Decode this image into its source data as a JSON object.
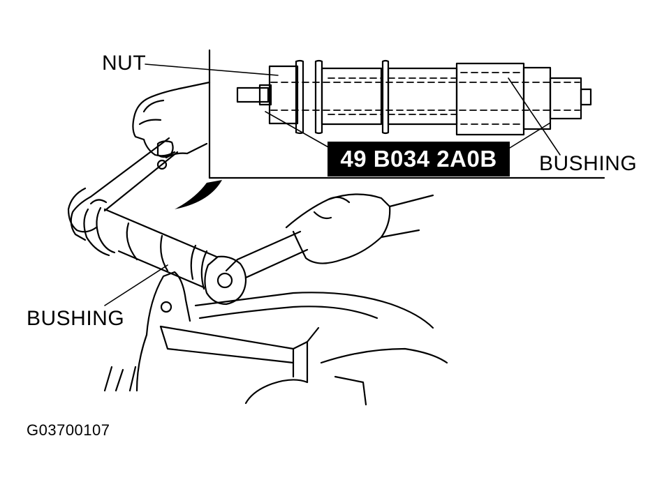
{
  "labels": {
    "nut": "NUT",
    "bushing_inset": "BUSHING",
    "bushing_main": "BUSHING",
    "tool_number": "49 B034 2A0B",
    "figure_code": "G03700107"
  },
  "colors": {
    "ink": "#000000",
    "paper": "#ffffff",
    "tool_label_bg": "#000000",
    "tool_label_text": "#ffffff"
  }
}
